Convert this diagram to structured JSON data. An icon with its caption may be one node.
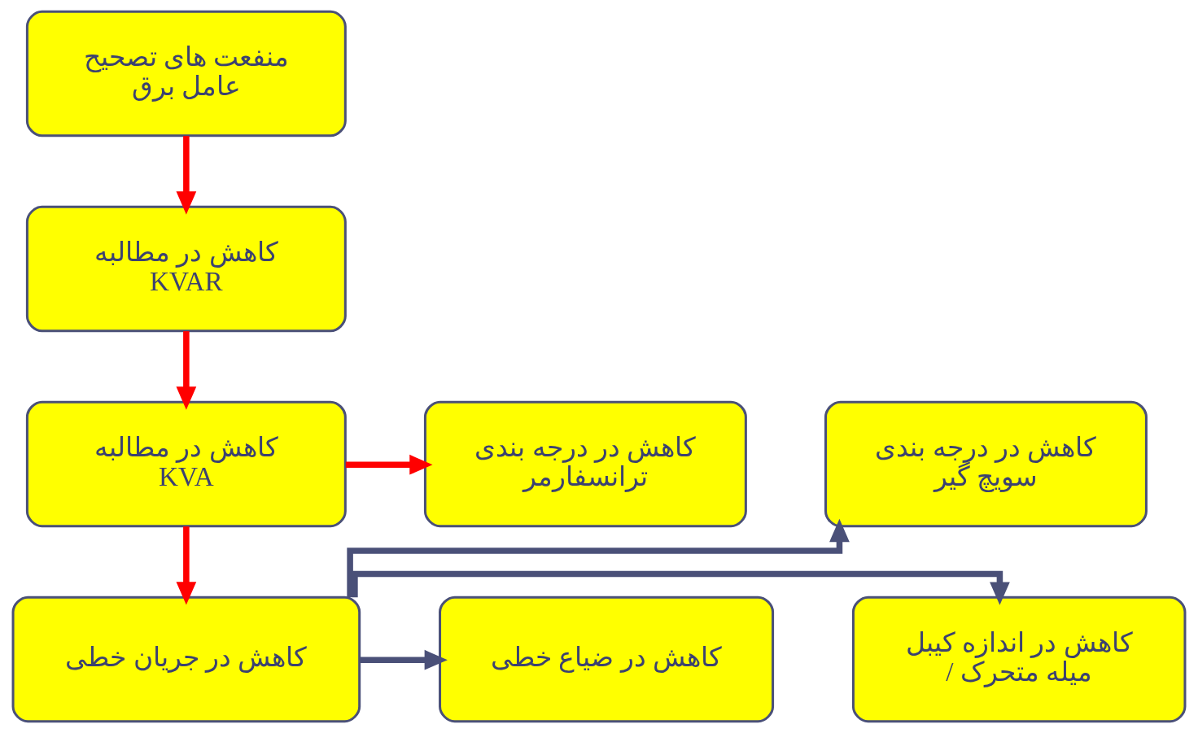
{
  "diagram": {
    "nodes": [
      {
        "text": [
          "منفعت های تصحیح عامل برق"
        ]
      },
      {
        "text": [
          "کاهش در مطالبه KVAR"
        ]
      },
      {
        "text": [
          "کاهش در درجه بندی سویچ گیر"
        ]
      },
      {
        "text": [
          "کاهش در مطالبه KVA"
        ]
      },
      {
        "text": [
          "کاهش در درجه بندی ترانسفارمر"
        ]
      },
      {
        "text": [
          "کاهش در اندازه کیبل / میله متحرک"
        ]
      },
      {
        "text": [
          "کاهش در جریان خطی"
        ]
      },
      {
        "text": [
          "کاهش در ضیاع خطی"
        ]
      }
    ],
    "edges": [
      {
        "from": 0,
        "to": 1,
        "arrow": "to"
      },
      {
        "from": 1,
        "to": 3,
        "arrow": "to"
      },
      {
        "from": 3,
        "to": 4,
        "arrow": "to"
      },
      {
        "from": 3,
        "to": 6,
        "arrow": "to"
      },
      {
        "from": 6,
        "to": 2,
        "arrow": "to",
        "color": "#4a5078"
      },
      {
        "from": 6,
        "to": 5,
        "arrow": "to",
        "color": "#4a5078"
      },
      {
        "from": 6,
        "to": 7,
        "arrow": "to",
        "color": "#4a5078"
      }
    ]
  }
}
